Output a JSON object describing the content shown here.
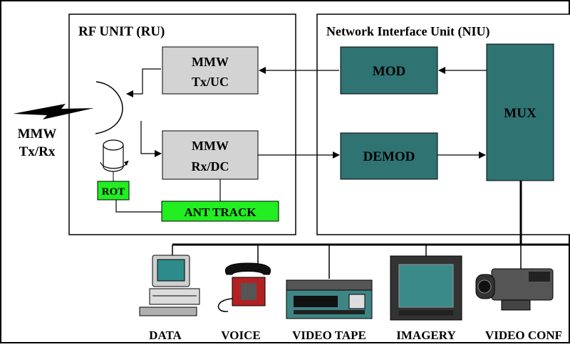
{
  "colors": {
    "block_gray": "#d3d3d3",
    "block_teal": "#2f7373",
    "block_green": "#22ee22",
    "line": "#000000"
  },
  "rf_unit": {
    "title": "RF  UNIT (RU)",
    "tx_block": {
      "line1": "MMW",
      "line2": "Tx/UC"
    },
    "rx_block": {
      "line1": "MMW",
      "line2": "Rx/DC"
    },
    "rot": "ROT",
    "ant_track": "ANT TRACK"
  },
  "niu": {
    "title": "Network Interface Unit (NIU)",
    "mod": "MOD",
    "demod": "DEMOD",
    "mux": "MUX"
  },
  "mmw_txrx": {
    "line1": "MMW",
    "line2": "Tx/Rx"
  },
  "devices": [
    {
      "label": "DATA",
      "icon": "computer-icon"
    },
    {
      "label": "VOICE",
      "icon": "telephone-icon"
    },
    {
      "label": "VIDEO TAPE",
      "icon": "vcr-icon"
    },
    {
      "label": "IMAGERY",
      "icon": "monitor-icon"
    },
    {
      "label": "VIDEO CONF",
      "icon": "camcorder-icon"
    }
  ]
}
